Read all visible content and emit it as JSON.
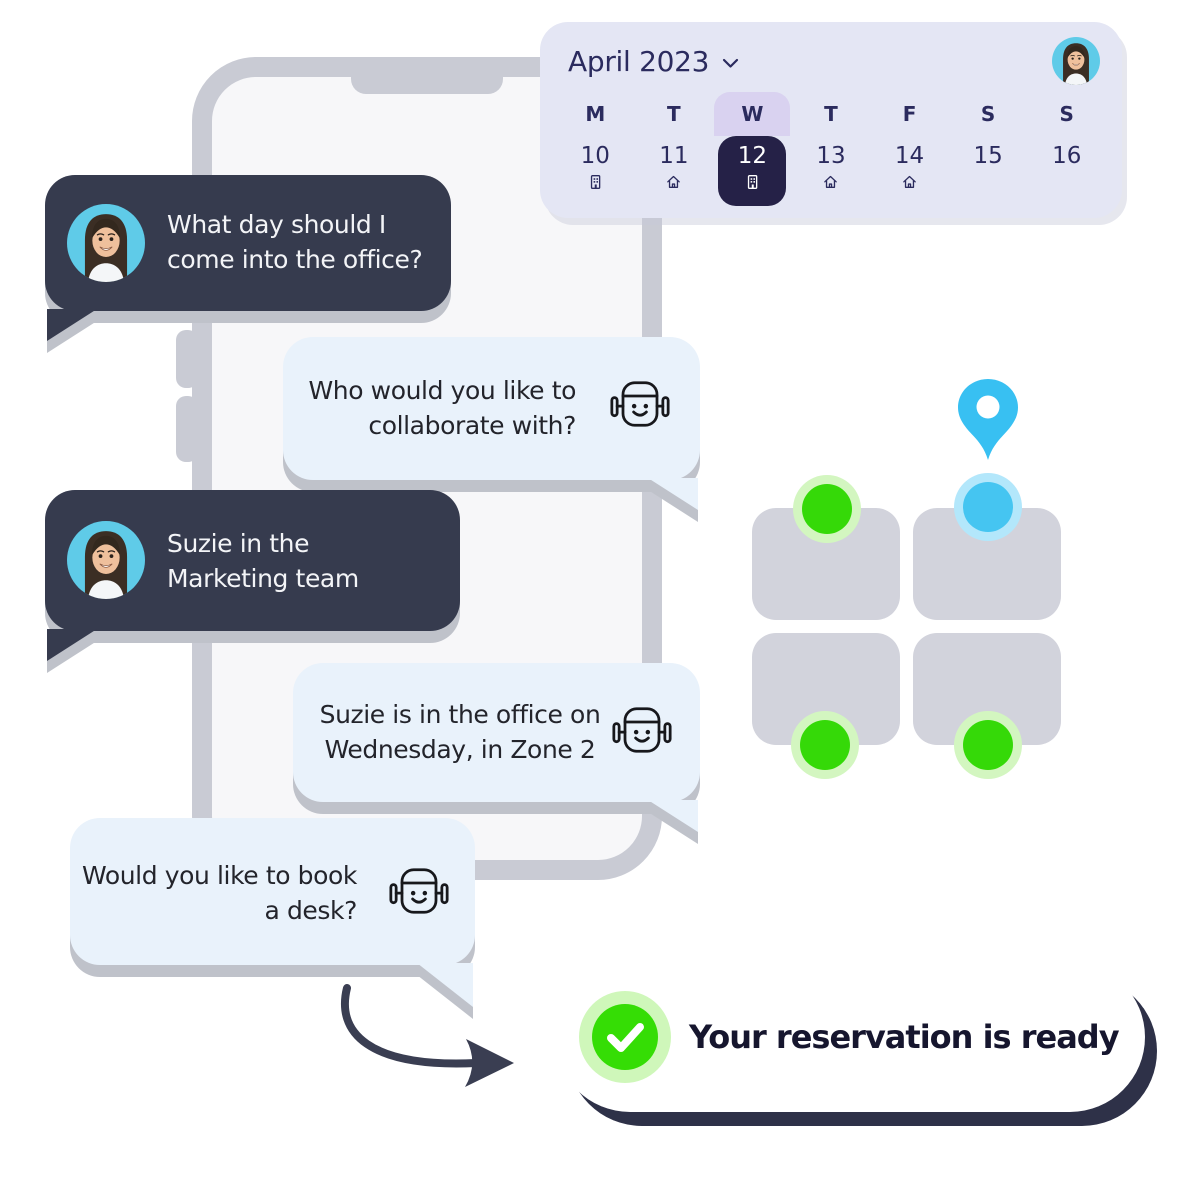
{
  "calendar": {
    "title": "April 2023",
    "title_icon": "chevron-down",
    "avatar_icon": "user-avatar",
    "columns": [
      {
        "day": "M",
        "date": "10",
        "icon": "building",
        "selected": false
      },
      {
        "day": "T",
        "date": "11",
        "icon": "home",
        "selected": false
      },
      {
        "day": "W",
        "date": "12",
        "icon": "building",
        "selected": true
      },
      {
        "day": "T",
        "date": "13",
        "icon": "home",
        "selected": false
      },
      {
        "day": "F",
        "date": "14",
        "icon": "home",
        "selected": false
      },
      {
        "day": "S",
        "date": "15",
        "icon": "none",
        "selected": false
      },
      {
        "day": "S",
        "date": "16",
        "icon": "none",
        "selected": false
      }
    ]
  },
  "chat": {
    "messages": [
      {
        "sender": "user",
        "avatar": "user-avatar",
        "text": "What day should I\ncome into the office?"
      },
      {
        "sender": "bot",
        "icon": "robot",
        "text": "Who would you like to\ncollaborate with?"
      },
      {
        "sender": "user",
        "avatar": "user-avatar",
        "text": "Suzie in the\nMarketing team"
      },
      {
        "sender": "bot",
        "icon": "robot",
        "text": "Suzie is in the office on\nWednesday, in Zone 2"
      },
      {
        "sender": "bot",
        "icon": "robot",
        "text": "Would you like to book\na desk?"
      }
    ]
  },
  "desk_map": {
    "pin_icon": "location-pin",
    "desks": [
      {
        "position": "top-left",
        "status": "available",
        "dot_side": "top"
      },
      {
        "position": "top-right",
        "status": "selected",
        "dot_side": "top",
        "pinned": true
      },
      {
        "position": "bottom-left",
        "status": "available",
        "dot_side": "bottom"
      },
      {
        "position": "bottom-right",
        "status": "available",
        "dot_side": "bottom"
      }
    ]
  },
  "reservation": {
    "icon": "check-circle",
    "text": "Your reservation is ready"
  },
  "colors": {
    "calendar_bg": "#E4E6F4",
    "calendar_text": "#2B2B5E",
    "selected_day_bg": "#252147",
    "selected_col_header_bg": "#D9D2F0",
    "dark_bubble": "#363B4E",
    "light_bubble": "#E9F2FB",
    "bubble_shadow": "#BFC2CA",
    "phone_frame": "#C9CBD4",
    "phone_screen": "#F7F7F9",
    "desk": "#D2D3DC",
    "available_green": "#35D908",
    "available_green_ring": "#D3F6C0",
    "selected_blue": "#45C5F1",
    "selected_blue_ring": "#B3E7FB",
    "pin_blue": "#38C0F2",
    "toast_bg": "#FFFFFF",
    "toast_shadow": "#2E3148",
    "toast_text": "#16162E",
    "arrow": "#3A3E52"
  }
}
